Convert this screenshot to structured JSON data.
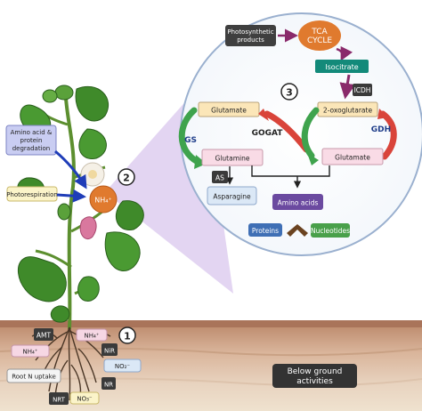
{
  "circle": {
    "photosynthetic": "Photosynthetic products",
    "photosynthetic_l1": "Photosynthetic",
    "photosynthetic_l2": "products",
    "tca": "TCA CYCLE",
    "tca_l1": "TCA",
    "tca_l2": "CYCLE",
    "isocitrate": "Isocitrate",
    "icdh": "ICDH",
    "step3": "3",
    "glutamate_left": "Glutamate",
    "oxoglutarate": "2-oxoglutarate",
    "gs": "GS",
    "gogat": "GOGAT",
    "gdh": "GDH",
    "glutamine": "Glutamine",
    "glutamate_right": "Glutamate",
    "as": "AS",
    "asparagine": "Asparagine",
    "amino_acids": "Amino acids",
    "proteins": "Proteins",
    "nucleotides": "Nucleotides"
  },
  "plant": {
    "amino_degradation": "Amino acid & protein degradation",
    "amino_l1": "Amino acid &",
    "amino_l2": "protein",
    "amino_l3": "degradation",
    "photorespiration": "Photorespiration",
    "step2": "2",
    "nh4": "NH₄⁺"
  },
  "root": {
    "amt": "AMT",
    "nh4_a": "NH₄⁺",
    "nh4_b": "NH₄⁺",
    "step1": "1",
    "nir": "NiR",
    "no2": "NO₂⁻",
    "uptake": "Root N uptake",
    "nr": "NR",
    "nrt": "NRT",
    "no3": "NO₃⁻",
    "below": "Below ground activities",
    "below_l1": "Below ground",
    "below_l2": "activities"
  },
  "colors": {
    "dark_box": "#3a3a3a",
    "tca_orange": "#e07a2e",
    "teal": "#138a7a",
    "blue_box": "#3f6fb5",
    "green_box": "#49a04a",
    "purple_zoom": "#d9c7ee",
    "arrow_green": "#3fa34d",
    "arrow_red": "#d9443a",
    "soil": "#c89a78"
  }
}
